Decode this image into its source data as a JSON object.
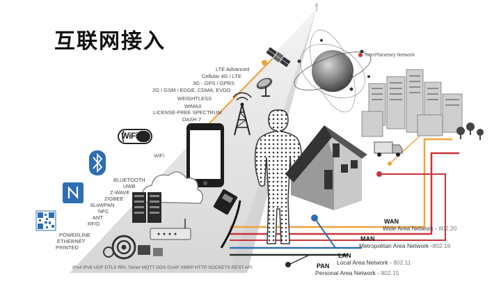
{
  "title": "互联网接入",
  "radio_techs": [
    "LTE Advanced",
    "Cellular 4G / LTE",
    "3G - GPS / GPRS",
    "2G / GSM / EDGE, CDMA, EVDO",
    "WEIGHTLESS",
    "WiMAX",
    "LICENSE-FREE SPECTRUM",
    "DASH 7"
  ],
  "wifi_label": "WiFi",
  "wifi_logo": "WiFi",
  "short_range": [
    "BLUETOOTH",
    "UWB",
    "Z-WAVE",
    "ZIGBEE",
    "6LoWPAN",
    "NFC",
    "ANT",
    "RFID"
  ],
  "wired": [
    "POWERLINE",
    "ETHERNET",
    "PRINTED"
  ],
  "protocols": "IPv4 IPv6 UDP DTLS RPL Telnet MQTT DDS CoAP XMPP HTTP SOCKETS REST API",
  "interplanetary": "InterPlanetary Network",
  "networks": [
    {
      "name": "WAN",
      "desc": "Wide Area Network",
      "std": "802.20"
    },
    {
      "name": "MAN",
      "desc": "Metropolitan Area Network",
      "std": "802.16"
    },
    {
      "name": "LAN",
      "desc": "Local Area Network",
      "std": "802.11"
    },
    {
      "name": "PAN",
      "desc": "Personal Area Network",
      "std": "802.15"
    }
  ],
  "colors": {
    "orange": "#f0a23c",
    "red": "#c8343a",
    "blue": "#2f6db3",
    "dark": "#2b2b2b",
    "beam": "#e4e4e4"
  },
  "icons": [
    "satellite-icon",
    "dish-icon",
    "cell-tower-icon",
    "wifi-logo-icon",
    "bluetooth-icon",
    "nfc-icon",
    "qr-code-icon",
    "smartphone-icon",
    "cloud-icon",
    "router-icon",
    "ethernet-plug-icon",
    "globe-icon",
    "city-icon",
    "house-icon",
    "truck-icon",
    "human-figure-icon"
  ]
}
